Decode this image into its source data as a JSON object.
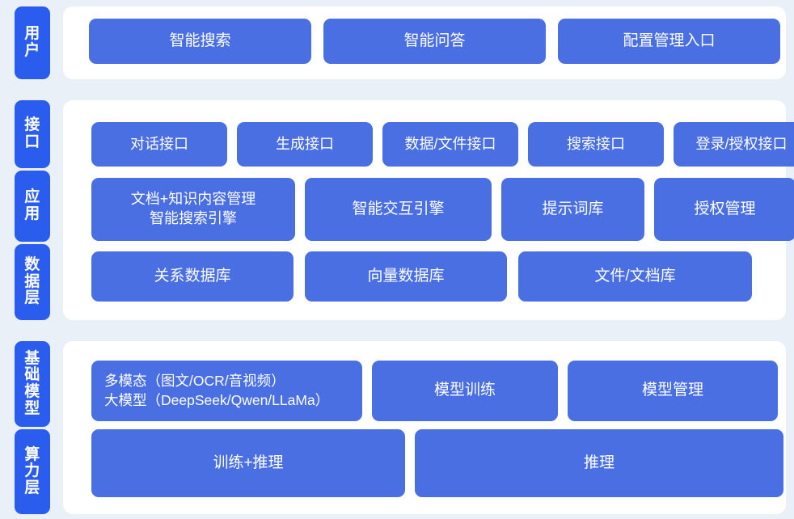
{
  "theme": {
    "page_background": "#eaf0f8",
    "card_background": "#ffffff",
    "tab_color": "#2a5ced",
    "box_color": "#4a6fe3",
    "text_color": "#ffffff"
  },
  "blocks": [
    {
      "id": "user",
      "tabs": [
        {
          "label": "用户"
        }
      ],
      "rows": [
        {
          "id": "user-row",
          "boxes": [
            {
              "label": "智能搜索"
            },
            {
              "label": "智能问答"
            },
            {
              "label": "配置管理入口"
            }
          ]
        }
      ]
    },
    {
      "id": "middle",
      "tabs": [
        {
          "label": "接口"
        },
        {
          "label": "应用"
        },
        {
          "label": "数据层"
        }
      ],
      "rows": [
        {
          "id": "interface-row",
          "boxes": [
            {
              "label": "对话接口"
            },
            {
              "label": "生成接口"
            },
            {
              "label": "数据/文件接口"
            },
            {
              "label": "搜索接口"
            },
            {
              "label": "登录/授权接口"
            }
          ]
        },
        {
          "id": "application-row",
          "boxes": [
            {
              "label": "文档+知识内容管理\n智能搜索引擎"
            },
            {
              "label": "智能交互引擎"
            },
            {
              "label": "提示词库"
            },
            {
              "label": "授权管理"
            }
          ]
        },
        {
          "id": "data-row",
          "boxes": [
            {
              "label": "关系数据库"
            },
            {
              "label": "向量数据库"
            },
            {
              "label": "文件/文档库"
            }
          ]
        }
      ]
    },
    {
      "id": "bottom",
      "tabs": [
        {
          "label": "基础模型"
        },
        {
          "label": "算力层"
        }
      ],
      "rows": [
        {
          "id": "model-row",
          "boxes": [
            {
              "label": "多模态（图文/OCR/音视频）\n大模型（DeepSeek/Qwen/LLaMa）"
            },
            {
              "label": "模型训练"
            },
            {
              "label": "模型管理"
            }
          ]
        },
        {
          "id": "compute-row",
          "boxes": [
            {
              "label": "训练+推理"
            },
            {
              "label": "推理"
            }
          ]
        }
      ]
    }
  ]
}
